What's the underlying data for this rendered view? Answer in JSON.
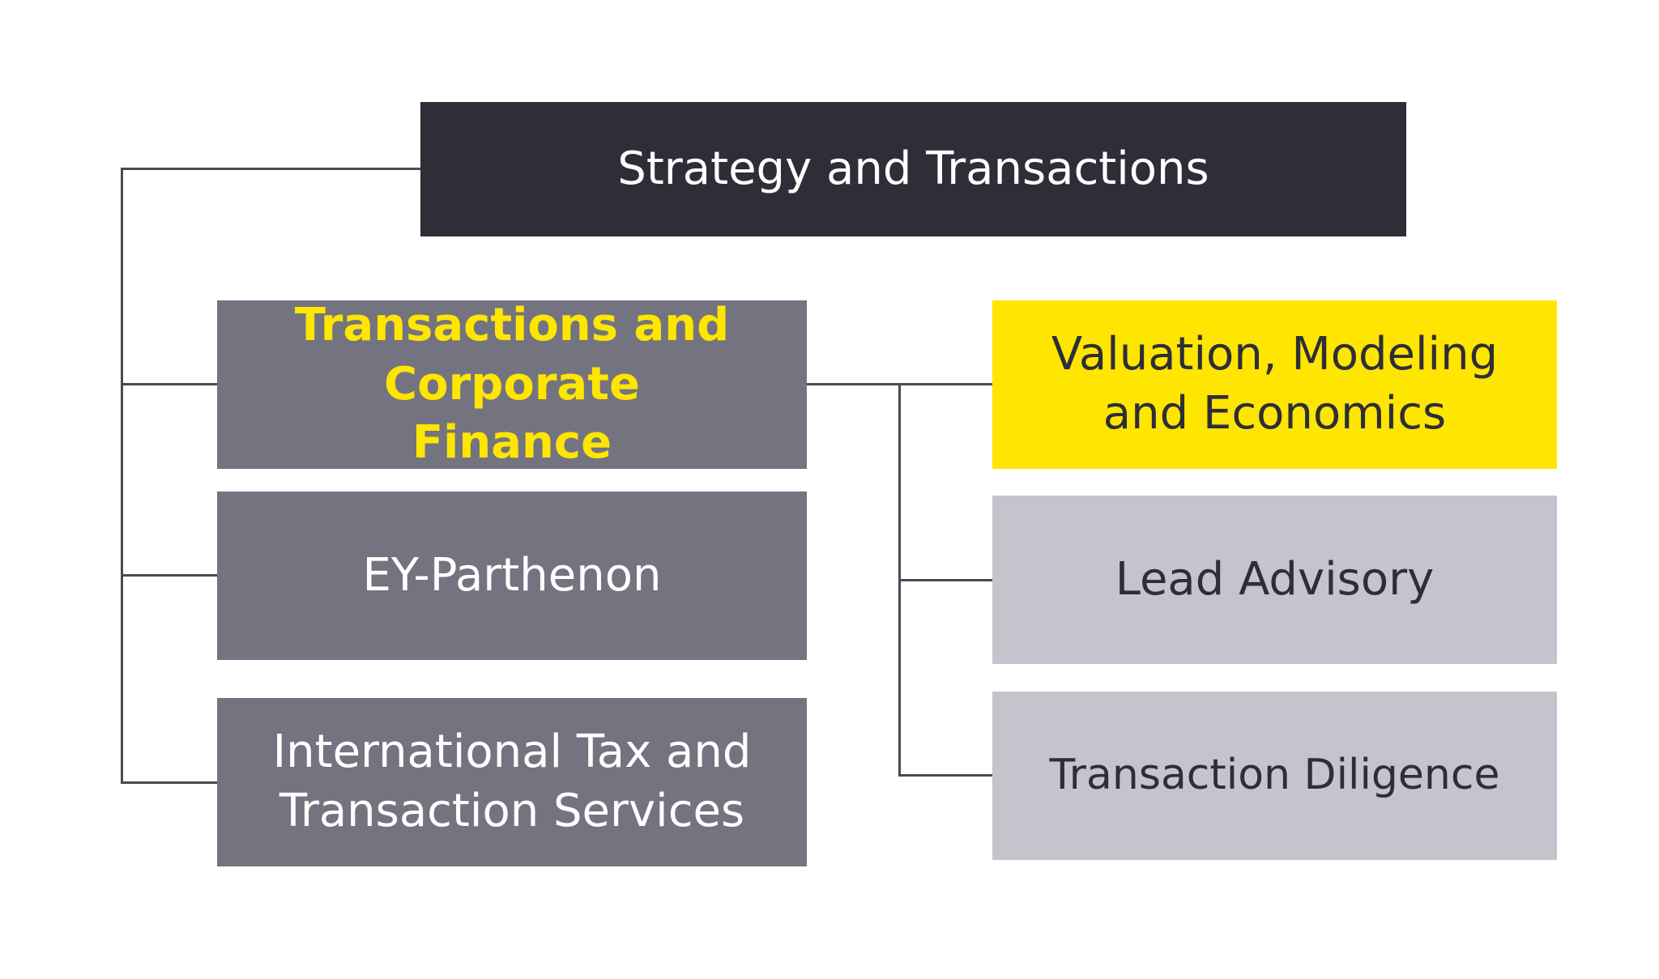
{
  "root": {
    "label": "Strategy and Transactions"
  },
  "left_units": [
    {
      "label": "Transactions and Corporate Finance"
    },
    {
      "label": "EY-Parthenon"
    },
    {
      "label": "International Tax and Transaction Services"
    }
  ],
  "right_units": [
    {
      "label": "Valuation, Modeling and Economics"
    },
    {
      "label": "Lead Advisory"
    },
    {
      "label": "Transaction Diligence"
    }
  ],
  "colors": {
    "dark": "#2e2e38",
    "mid_gray": "#747480",
    "light_gray": "#c4c4cd",
    "yellow": "#ffe600"
  }
}
